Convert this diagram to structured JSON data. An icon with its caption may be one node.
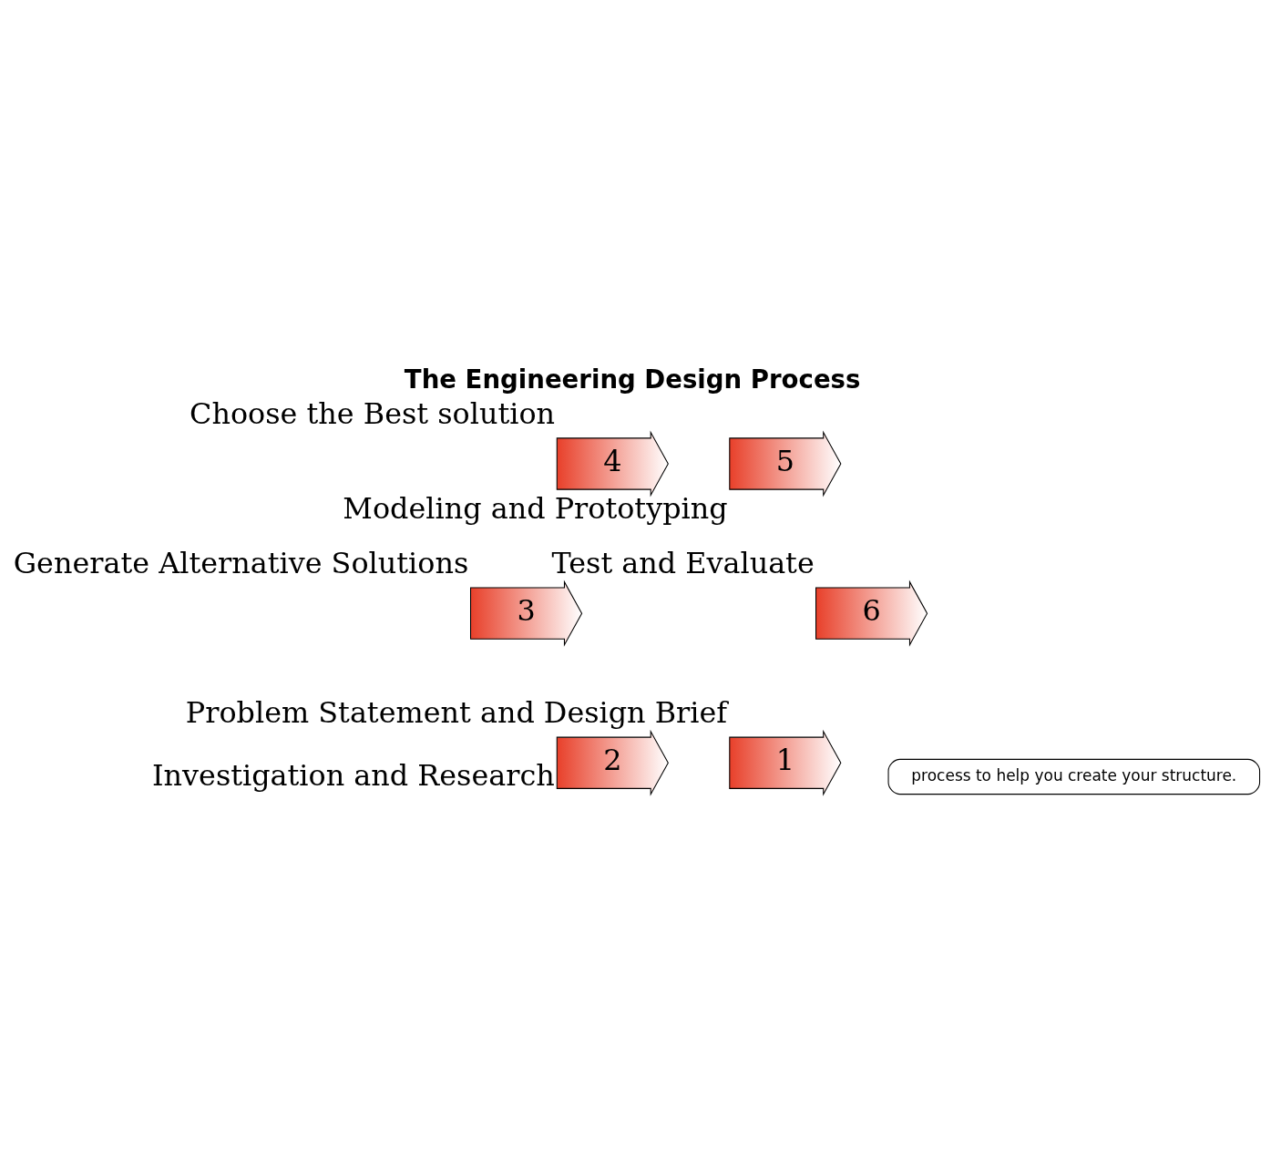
{
  "diagram": {
    "title": "The Engineering Design Process",
    "nodes": [
      {
        "text": [
          "process to help you create your structure."
        ]
      },
      {
        "text": [
          "1"
        ],
        "beside": [
          "Problem Statement and Design Brief"
        ]
      },
      {
        "text": [
          "2"
        ],
        "beside": [
          "Investigation and Research"
        ]
      },
      {
        "text": [
          "3"
        ],
        "beside": [
          "Generate Alternative Solutions"
        ]
      },
      {
        "text": [
          "4"
        ],
        "beside": [
          "Choose the Best solution"
        ]
      },
      {
        "text": [
          "5"
        ],
        "beside": [
          "Modeling and Prototyping"
        ]
      },
      {
        "text": [
          "6"
        ],
        "beside": [
          "Test and Evaluate"
        ]
      }
    ],
    "edges": []
  }
}
